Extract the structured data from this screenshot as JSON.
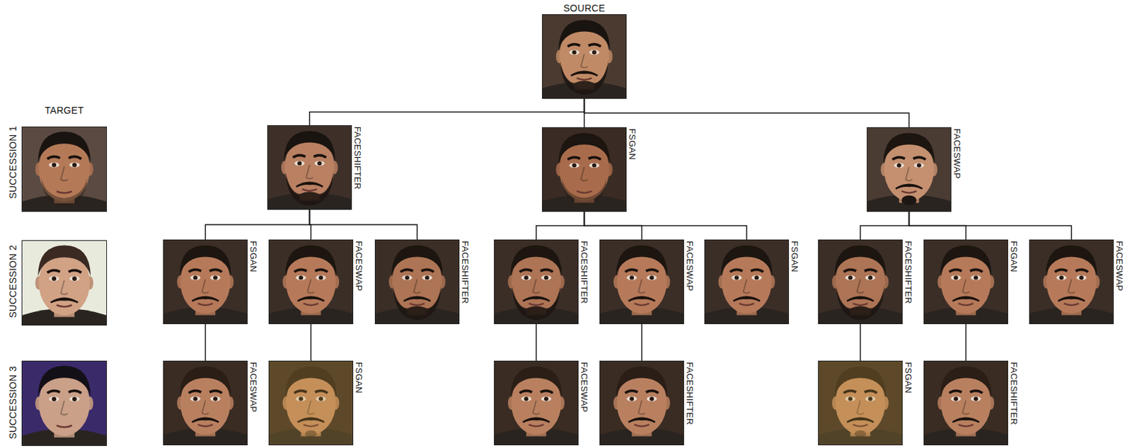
{
  "diagram": {
    "nodes": [
      {
        "text": [
          "SOURCE"
        ]
      },
      {
        "text": [
          "FACESHIFTER"
        ]
      },
      {
        "text": [
          "FSGAN"
        ]
      },
      {
        "text": [
          "FACESWAP"
        ]
      },
      {
        "text": [
          "FSGAN"
        ]
      },
      {
        "text": [
          "FACESWAP"
        ]
      },
      {
        "text": [
          "FACESHIFTER"
        ]
      },
      {
        "text": [
          "FACESHIFTER"
        ]
      },
      {
        "text": [
          "FACESWAP"
        ]
      },
      {
        "text": [
          "FSGAN"
        ]
      },
      {
        "text": [
          "FACESHIFTER"
        ]
      },
      {
        "text": [
          "FSGAN"
        ]
      },
      {
        "text": [
          "FACESWAP"
        ]
      },
      {
        "text": [
          "FACESWAP"
        ]
      },
      {
        "text": [
          "FSGAN"
        ]
      },
      {
        "text": [
          "FACESWAP"
        ]
      },
      {
        "text": [
          "FACESHIFTER"
        ]
      },
      {
        "text": [
          "FSGAN"
        ]
      },
      {
        "text": [
          "FACESHIFTER"
        ]
      }
    ],
    "edges": [
      {
        "from": 0,
        "to": 1,
        "arrow": "none"
      },
      {
        "from": 0,
        "to": 2,
        "arrow": "none"
      },
      {
        "from": 0,
        "to": 3,
        "arrow": "none"
      },
      {
        "from": 1,
        "to": 4,
        "arrow": "none"
      },
      {
        "from": 1,
        "to": 5,
        "arrow": "none"
      },
      {
        "from": 1,
        "to": 6,
        "arrow": "none"
      },
      {
        "from": 2,
        "to": 7,
        "arrow": "none"
      },
      {
        "from": 2,
        "to": 8,
        "arrow": "none"
      },
      {
        "from": 2,
        "to": 9,
        "arrow": "none"
      },
      {
        "from": 3,
        "to": 10,
        "arrow": "none"
      },
      {
        "from": 3,
        "to": 11,
        "arrow": "none"
      },
      {
        "from": 3,
        "to": 12,
        "arrow": "none"
      },
      {
        "from": 4,
        "to": 13,
        "arrow": "none"
      },
      {
        "from": 5,
        "to": 14,
        "arrow": "none"
      },
      {
        "from": 7,
        "to": 15,
        "arrow": "none"
      },
      {
        "from": 8,
        "to": 16,
        "arrow": "none"
      },
      {
        "from": 10,
        "to": 17,
        "arrow": "none"
      },
      {
        "from": 11,
        "to": 18,
        "arrow": "none"
      }
    ],
    "labels": [
      "TARGET",
      "SUCCESSION 1",
      "SUCCESSION 2",
      "SUCCESSION 3"
    ]
  }
}
